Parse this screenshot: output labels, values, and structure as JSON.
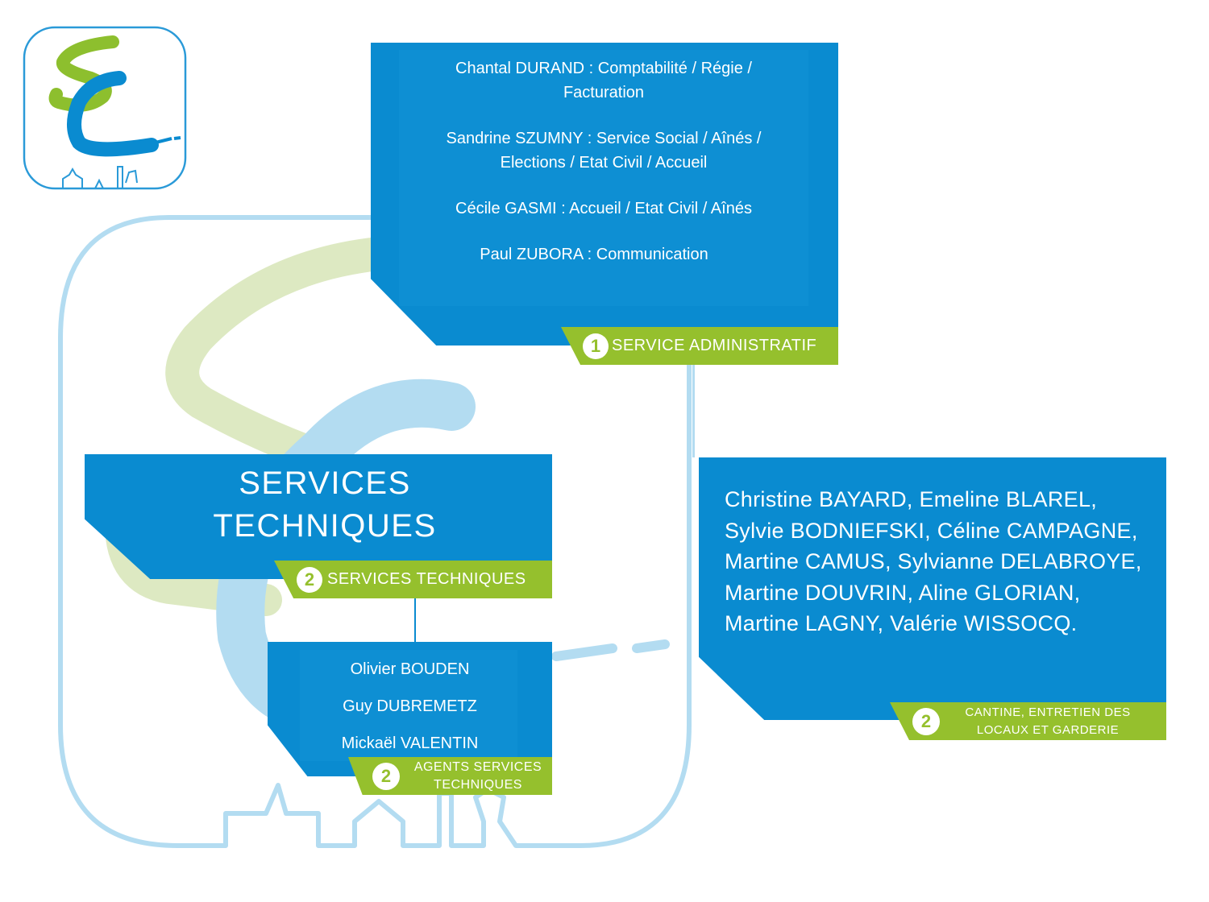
{
  "colors": {
    "card_blue": "#0a8bd0",
    "tag_green": "#95c02d",
    "frame_light_blue": "#b3dcf1",
    "frame_light_green": "#dde9c2",
    "logo_green": "#8dbf2e",
    "logo_blue": "#0a8bd0"
  },
  "logo": {
    "name": "SC logo",
    "letters": "SC"
  },
  "admin": {
    "entries": [
      "Chantal DURAND : Comptabilité / Régie / Facturation",
      "Sandrine SZUMNY : Service Social / Aînés / Elections / Etat Civil / Accueil",
      "Cécile GASMI : Accueil / Etat Civil / Aînés",
      "Paul ZUBORA : Communication"
    ],
    "tag": {
      "number": "1",
      "label": "SERVICE ADMINISTRATIF"
    }
  },
  "technical": {
    "title_line1": "SERVICES",
    "title_line2": "TECHNIQUES",
    "tag": {
      "number": "2",
      "label": "SERVICES TECHNIQUES"
    }
  },
  "agents": {
    "entries": [
      "Olivier BOUDEN",
      "Guy DUBREMETZ",
      "Mickaël VALENTIN"
    ],
    "tag": {
      "number": "2",
      "label_line1": "AGENTS SERVICES",
      "label_line2": "TECHNIQUES"
    }
  },
  "cantine": {
    "members_text": "Christine BAYARD, Emeline BLAREL, Sylvie BODNIEFSKI, Céline CAMPAGNE, Martine CAMUS, Sylvianne DELABROYE, Martine DOUVRIN, Aline GLORIAN, Martine LAGNY, Valérie WISSOCQ.",
    "tag": {
      "number": "2",
      "label_line1": "CANTINE, ENTRETIEN DES",
      "label_line2": "LOCAUX ET GARDERIE"
    }
  }
}
